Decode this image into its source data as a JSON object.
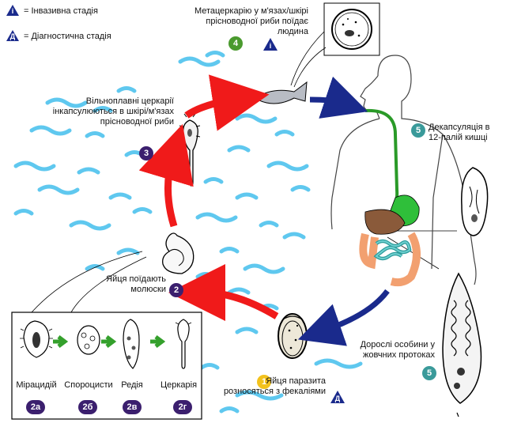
{
  "legend": [
    {
      "letter": "i",
      "text": "= Інвазивна стадія"
    },
    {
      "letter": "d",
      "text": "= Діагностична стадія"
    }
  ],
  "steps": {
    "s1": {
      "num": "1",
      "text": "Яйця паразита розносяться з фекаліями",
      "color": "#f3c21c"
    },
    "s2": {
      "num": "2",
      "text": "Яйця поїдають молюски",
      "color": "#3b1f6e"
    },
    "s3": {
      "num": "3",
      "text": "Вільноплавні церкарії інкапсулюються в шкірі/м'язах прісноводної риби",
      "color": "#3b1f6e"
    },
    "s4": {
      "num": "4",
      "text": "Метацеркарію у м'язах/шкірі прісноводної риби поїдає людина",
      "color": "#4a9a2e"
    },
    "s5a": {
      "num": "5",
      "text": "Декапсуляція в 12-палій кишці",
      "color": "#3a9a9a"
    },
    "s5b": {
      "num": "5",
      "text": "Дорослі особини у жовчних протоках",
      "color": "#3a9a9a"
    }
  },
  "subStages": [
    {
      "badge": "2а",
      "label": "Мірацидій"
    },
    {
      "badge": "2б",
      "label": "Спороцисти"
    },
    {
      "badge": "2в",
      "label": "Редія"
    },
    {
      "badge": "2г",
      "label": "Церкарія"
    }
  ],
  "colors": {
    "badge_purple": "#3b1f6e",
    "badge_green": "#4a9a2e",
    "badge_teal": "#3a9a9a",
    "badge_yellow": "#f3c21c",
    "arrow_red": "#f01a1a",
    "arrow_navy": "#1a2a8c",
    "water": "#5fc8ef",
    "arrow_green": "#34a02c"
  }
}
